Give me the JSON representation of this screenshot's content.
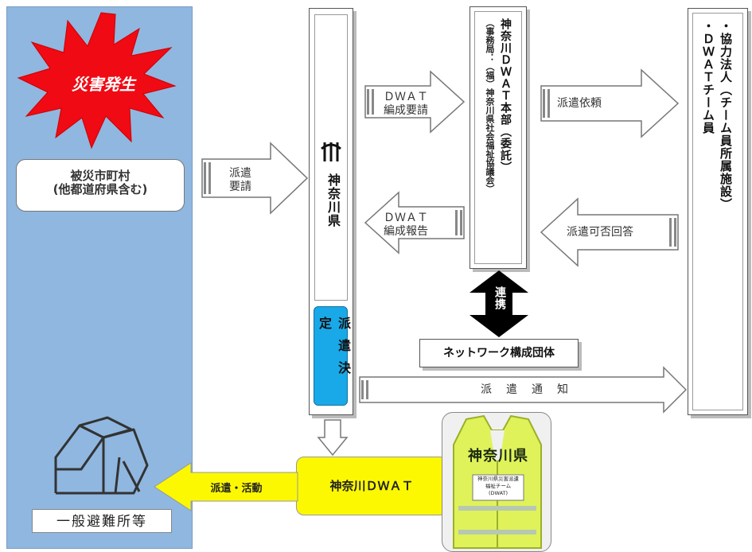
{
  "disaster": {
    "label": "災害発生"
  },
  "municipality": {
    "line1": "被災市町村",
    "line2": "(他都道府県含む)"
  },
  "shelter": {
    "label": "一般避難所等"
  },
  "request_arrow": {
    "line1": "派遣",
    "line2": "要請"
  },
  "prefecture": {
    "label": "神奈川県",
    "decision_label": "派遣決定"
  },
  "formation_request_arrow": {
    "line1": "ＤＷＡＴ",
    "line2": "編成要請"
  },
  "formation_report_arrow": {
    "line1": "ＤＷＡＴ",
    "line2": "編成報告"
  },
  "hq": {
    "title": "神奈川ＤＷＡＴ本部（委託）",
    "subtitle": "（事務局：（福）神奈川県社会福祉協議会）"
  },
  "dispatch_request_arrow": {
    "label": "派遣依頼"
  },
  "availability_arrow": {
    "label": "派遣可否回答"
  },
  "cooperation": {
    "label": "連携"
  },
  "network": {
    "label": "ネットワーク構成団体"
  },
  "dispatch_notice_arrow": {
    "label": "派　遣　通　知"
  },
  "partners": {
    "line1": "・協力法人（チーム員所属施設）",
    "line2": "・ＤＷＡＴチーム員"
  },
  "dwat_team": {
    "label": "神奈川ＤＷＡＴ"
  },
  "activity_arrow": {
    "label": "派遣・活動"
  },
  "vest": {
    "big_text": "神奈川県",
    "small_line1": "神奈川県災害派遣",
    "small_line2": "福祉チーム",
    "small_line3": "(DWAT)"
  }
}
